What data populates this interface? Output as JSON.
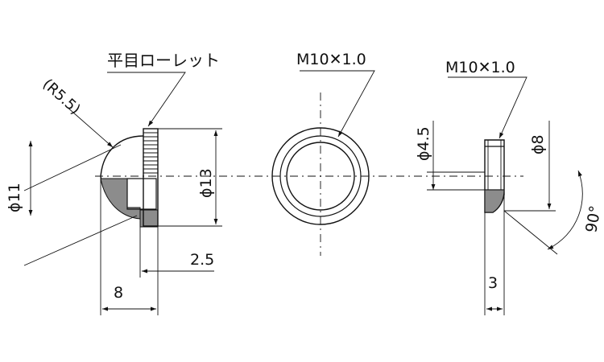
{
  "labels": {
    "knurl": "平目ローレット",
    "radius": "(R5.5)",
    "dia11": "ϕ11",
    "dia13": "ϕ13",
    "dim_2_5": "2.5",
    "dim_8": "8",
    "thread_front": "M10✕1.0",
    "thread_side": "M10✕1.0",
    "dia4_5": "ϕ4.5",
    "dia8": "ϕ8",
    "dim_3": "3",
    "angle": "90°"
  }
}
